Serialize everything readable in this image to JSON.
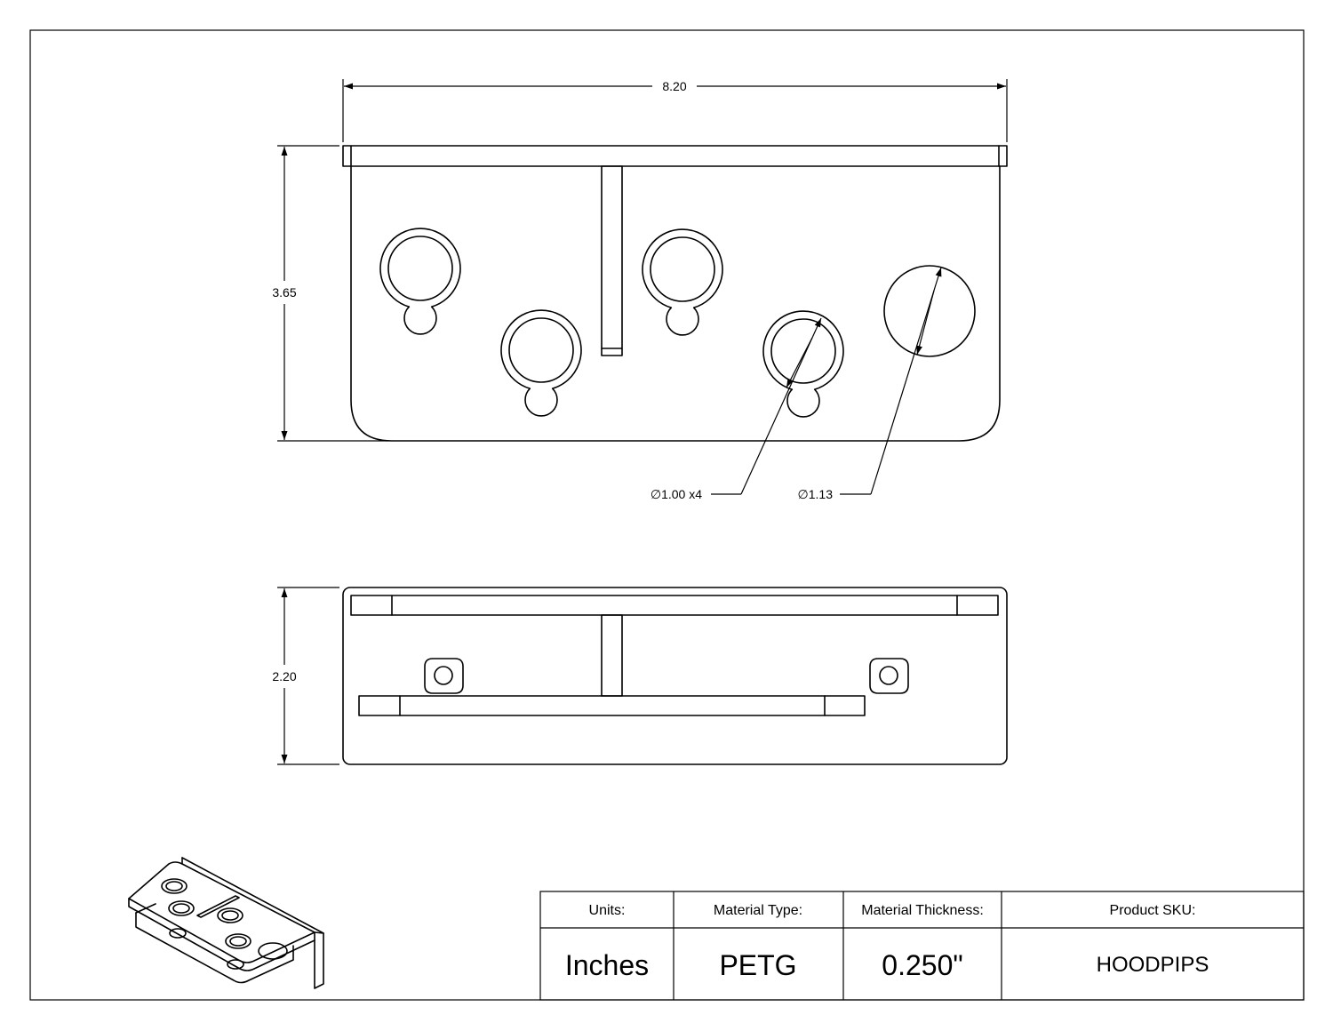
{
  "dimensions": {
    "top_width": "8.20",
    "top_height": "3.65",
    "bottom_height": "2.20",
    "small_hole_label": "∅1.00  x4",
    "large_hole_label": "∅1.13"
  },
  "title_block": {
    "units_label": "Units:",
    "units_value": "Inches",
    "material_label": "Material Type:",
    "material_value": "PETG",
    "thickness_label": "Material Thickness:",
    "thickness_value": "0.250\"",
    "sku_label": "Product SKU:",
    "sku_value": "HOODPIPS"
  }
}
